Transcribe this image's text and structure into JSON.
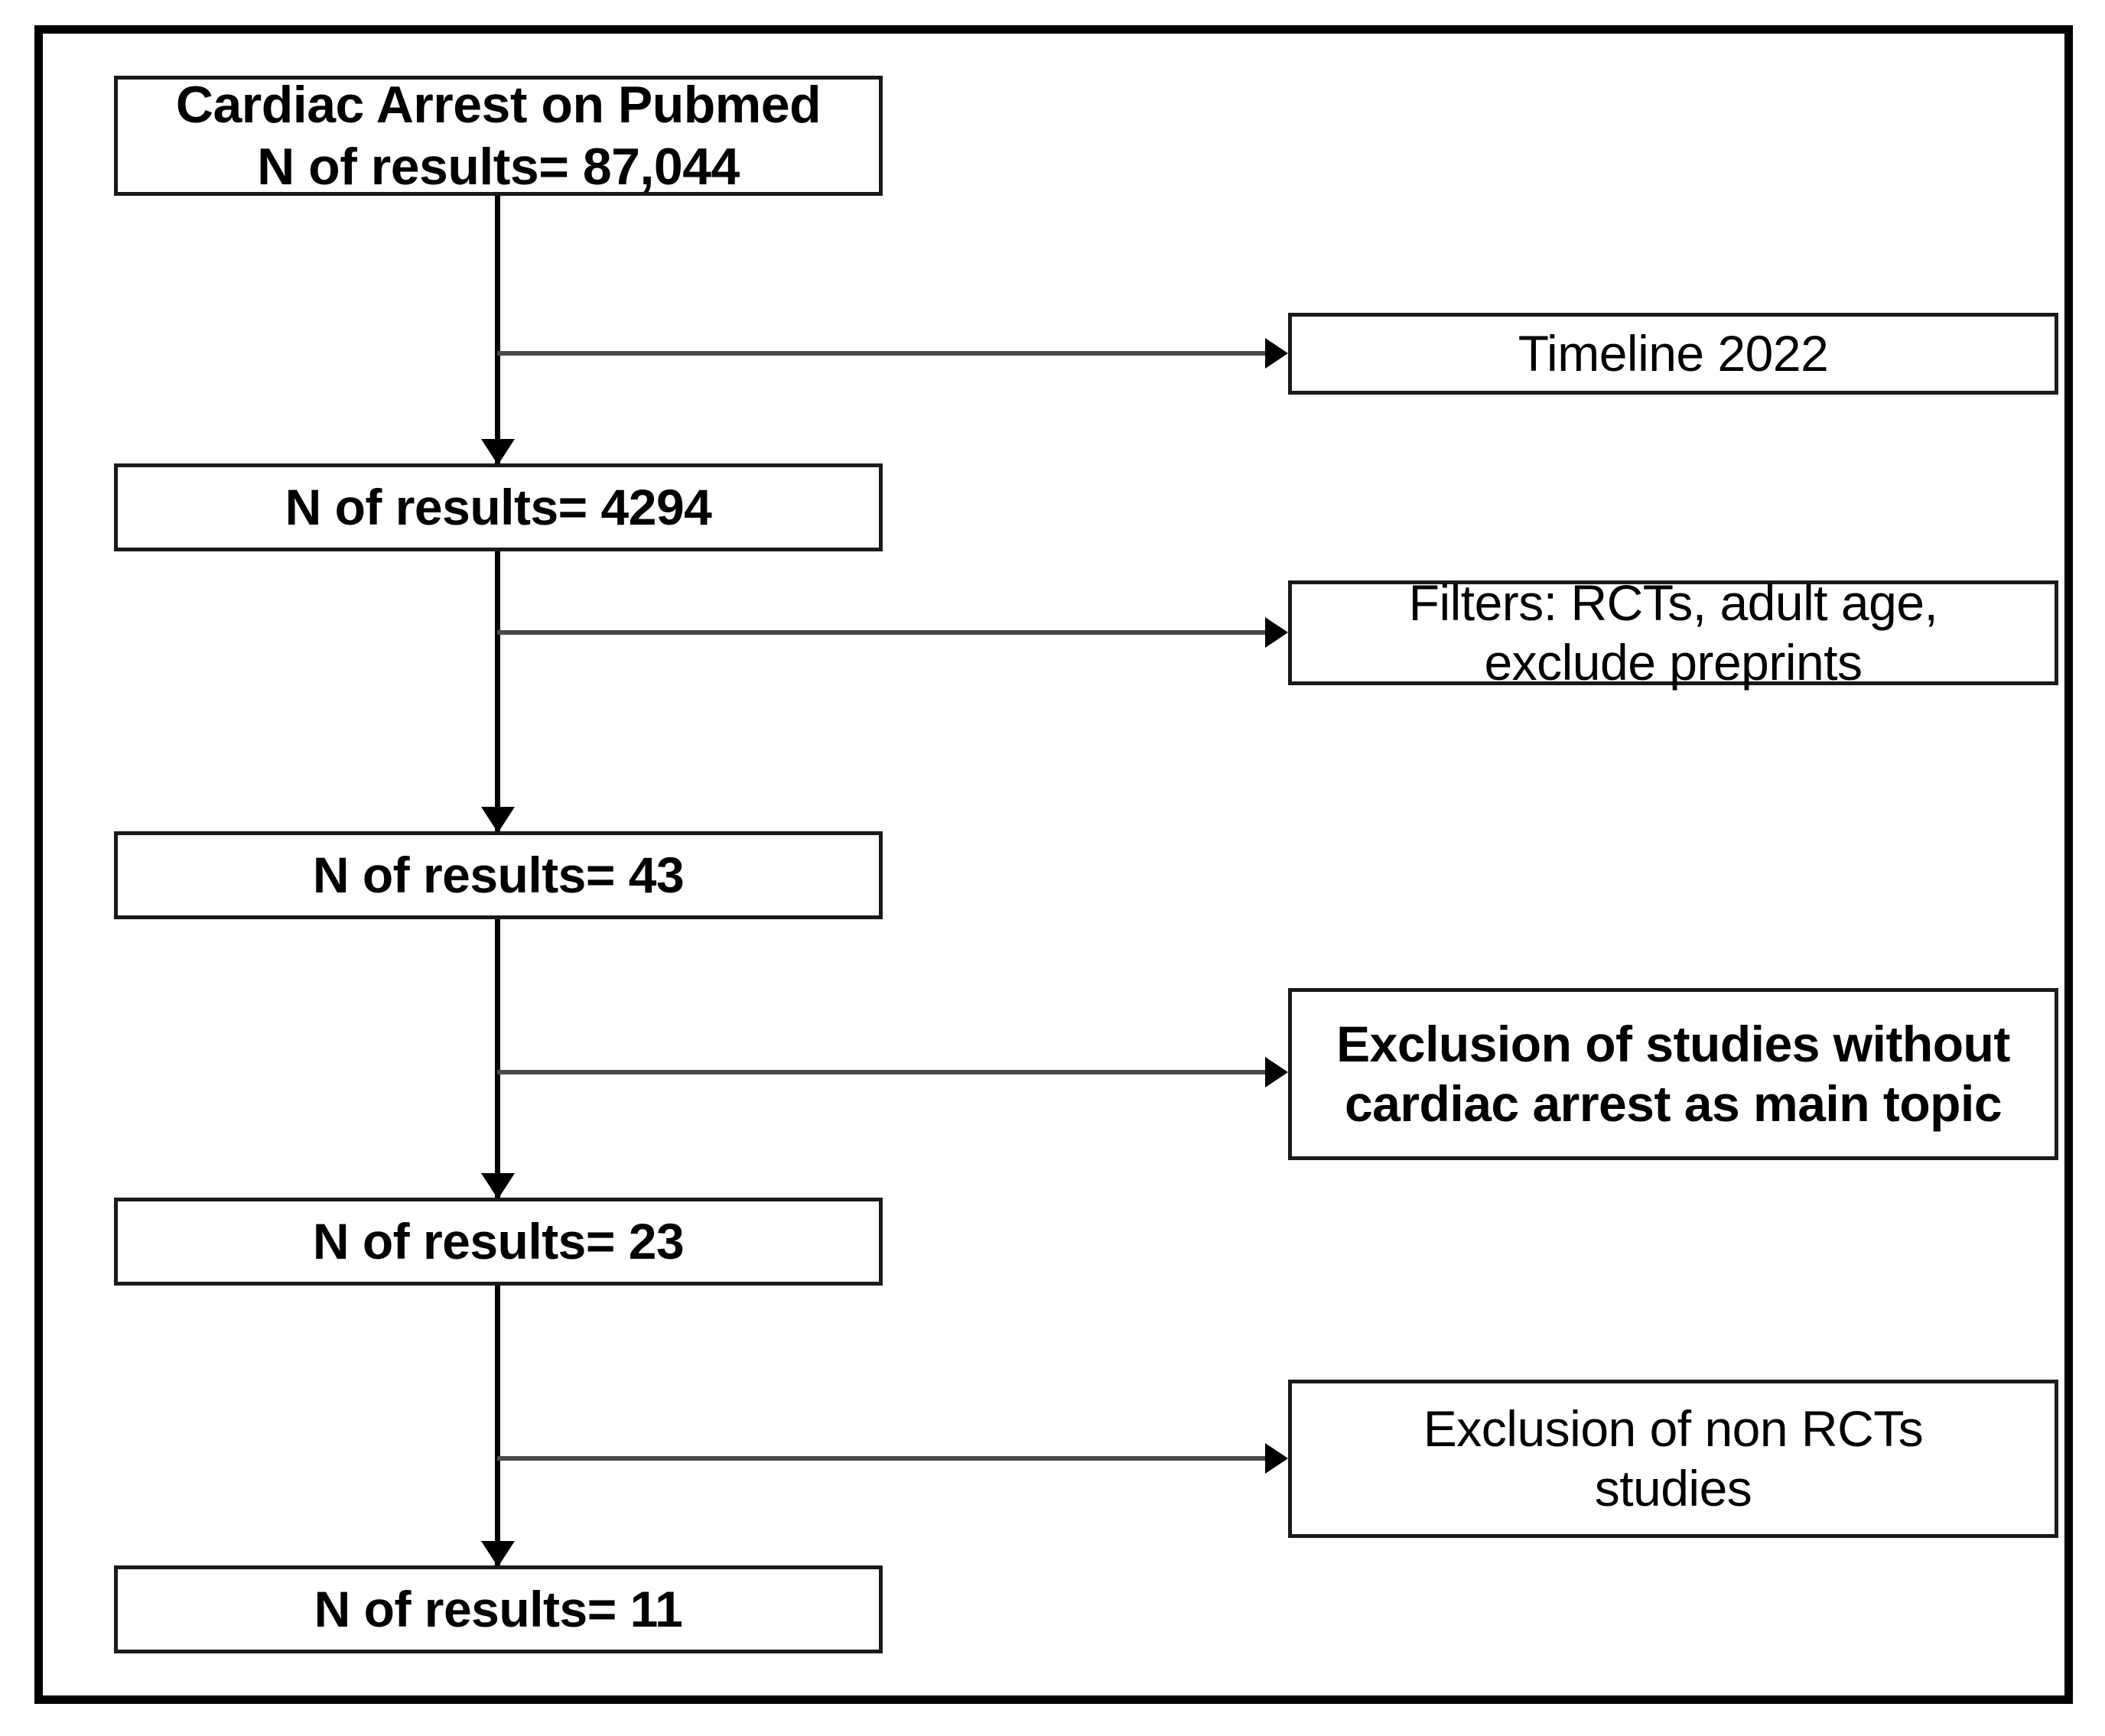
{
  "figure": {
    "type": "prisma-flow-diagram",
    "title": "Literature search flow diagram",
    "colors": {
      "frame": "#000000",
      "box_border": "#1a1a1a",
      "background": "#ffffff",
      "text": "#000000",
      "vertical_connector": "#000000",
      "horizontal_connector": "#4a4a4a"
    }
  },
  "flow": {
    "stages": [
      {
        "id": "stage-1",
        "line1": "Cardiac Arrest on Pubmed",
        "line2": "N of results= 87,044",
        "count": 87044
      },
      {
        "id": "stage-2",
        "line1": "N of results= 4294",
        "count": 4294
      },
      {
        "id": "stage-3",
        "line1": "N of results= 43",
        "count": 43
      },
      {
        "id": "stage-4",
        "line1": "N of results= 23",
        "count": 23
      },
      {
        "id": "stage-5",
        "line1": "N of results= 11",
        "count": 11
      }
    ],
    "filters": [
      {
        "id": "filter-1",
        "line1": "Timeline 2022",
        "line2": ""
      },
      {
        "id": "filter-2",
        "line1": "Filters: RCTs, adult age,",
        "line2": "exclude preprints"
      },
      {
        "id": "filter-3",
        "line1": "Exclusion of studies without",
        "line2": "cardiac arrest as main topic"
      },
      {
        "id": "filter-4",
        "line1": "Exclusion of non RCTs",
        "line2": "studies"
      }
    ],
    "connectors": {
      "vertical_label": "down-arrow",
      "horizontal_label": "right-arrow"
    }
  }
}
